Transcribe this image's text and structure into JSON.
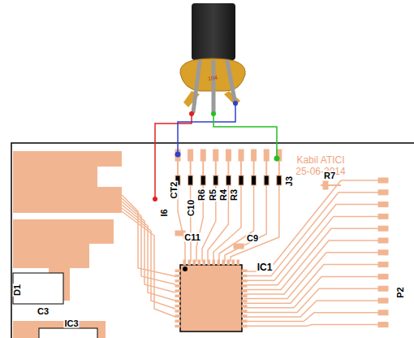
{
  "diagram": {
    "labels": [
      "104",
      "Kabil ATICI",
      "25-06-2014",
      "J3",
      "R7",
      "CT2",
      "C10",
      "R6",
      "R5",
      "R4",
      "R3",
      "I6",
      "C11",
      "C9",
      "IC1",
      "D1",
      "C3",
      "IC3",
      "P2"
    ]
  }
}
